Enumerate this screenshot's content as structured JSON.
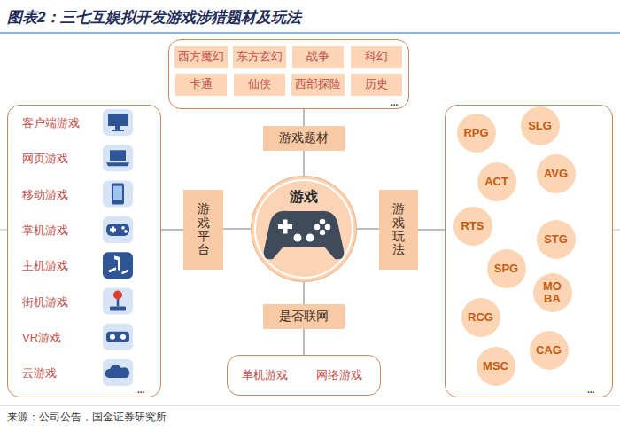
{
  "diagram": {
    "title": "图表2：三七互娱拟开发游戏涉猎题材及玩法",
    "caption": "来源：公司公告，国金证券研究所",
    "nodes": [
      {
        "text": [
          "..."
        ]
      },
      {
        "text": [
          "西方魔幻"
        ],
        "in": 0
      },
      {
        "text": [
          "东方玄幻"
        ],
        "in": 0
      },
      {
        "text": [
          "战争"
        ],
        "in": 0
      },
      {
        "text": [
          "科幻"
        ],
        "in": 0
      },
      {
        "text": [
          "卡通"
        ],
        "in": 0
      },
      {
        "text": [
          "仙侠"
        ],
        "in": 0
      },
      {
        "text": [
          "西部探险"
        ],
        "in": 0
      },
      {
        "text": [
          "历史"
        ],
        "in": 0
      },
      {
        "text": [
          "游戏题材"
        ]
      },
      {
        "text": [
          "客户端游戏",
          "网页游戏",
          "移动游戏",
          "掌机游戏",
          "主机游戏",
          "街机游戏",
          "VR游戏",
          "云游戏",
          "..."
        ]
      },
      {
        "text": [
          "游戏平台"
        ]
      },
      {
        "text": [
          "游戏"
        ]
      },
      {
        "text": [
          "游戏玩法"
        ]
      },
      {
        "text": [
          "..."
        ]
      },
      {
        "text": [
          "RPG"
        ],
        "in": 14
      },
      {
        "text": [
          "SLG"
        ],
        "in": 14
      },
      {
        "text": [
          "ACT"
        ],
        "in": 14
      },
      {
        "text": [
          "AVG"
        ],
        "in": 14
      },
      {
        "text": [
          "RTS"
        ],
        "in": 14
      },
      {
        "text": [
          "STG"
        ],
        "in": 14
      },
      {
        "text": [
          "SPG"
        ],
        "in": 14
      },
      {
        "text": [
          "MO BA"
        ],
        "in": 14
      },
      {
        "text": [
          "RCG"
        ],
        "in": 14
      },
      {
        "text": [
          "CAG"
        ],
        "in": 14
      },
      {
        "text": [
          "MSC"
        ],
        "in": 14
      },
      {
        "text": [
          "是否联网"
        ]
      },
      {
        "text": [
          "单机游戏",
          "网络游戏"
        ]
      }
    ],
    "edges": [
      {
        "from": 0,
        "to": 9,
        "arrow": "none"
      },
      {
        "from": 9,
        "to": 12,
        "arrow": "none"
      },
      {
        "from": 10,
        "to": 11,
        "arrow": "none"
      },
      {
        "from": 11,
        "to": 12,
        "arrow": "none"
      },
      {
        "from": 12,
        "to": 13,
        "arrow": "none"
      },
      {
        "from": 13,
        "to": 14,
        "arrow": "none"
      },
      {
        "from": 12,
        "to": 26,
        "arrow": "none"
      },
      {
        "from": 26,
        "to": 27,
        "arrow": "none"
      }
    ]
  }
}
